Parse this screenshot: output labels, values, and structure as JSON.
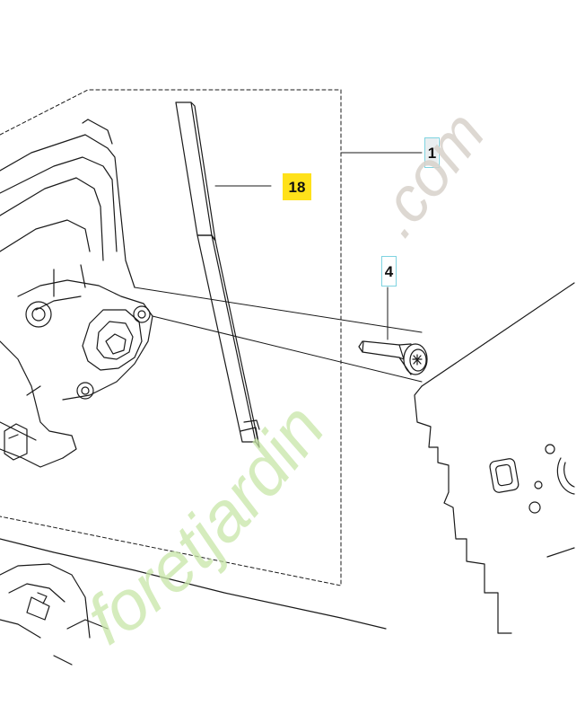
{
  "callouts": {
    "part_18": "18",
    "part_1": "1",
    "part_4": "4"
  },
  "watermark": {
    "text_main": "foretjardin",
    "text_suffix": ".com"
  },
  "colors": {
    "highlight": "#ffe11a",
    "callout_border": "#7fd3e0",
    "line": "#1a1a1a",
    "watermark_green": "#c8e6a8",
    "watermark_orange": "#f6caa0",
    "watermark_grey": "#d8d2cb"
  }
}
